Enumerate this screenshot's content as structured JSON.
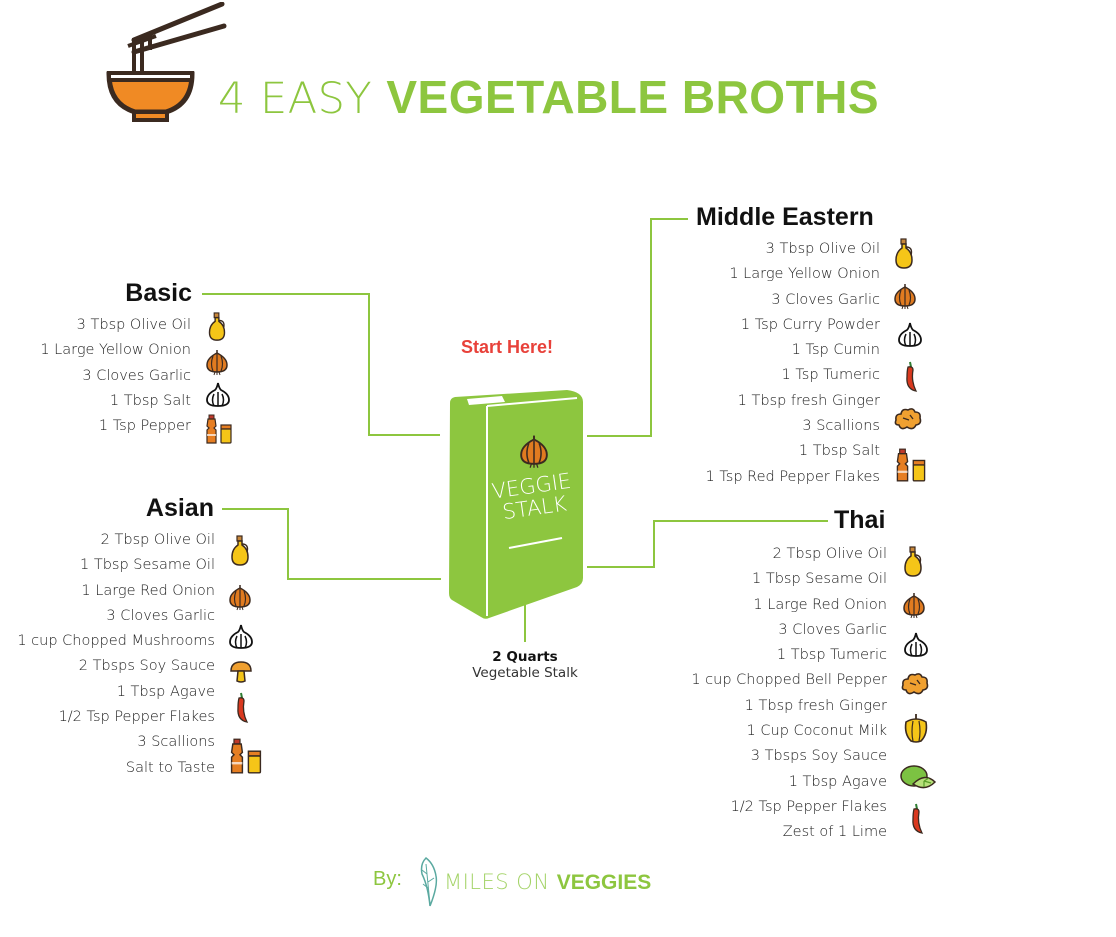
{
  "title": {
    "light": "4 EASY ",
    "bold": "VEGETABLE BROTHS"
  },
  "center": {
    "start_label": "Start Here!",
    "box_label_line1": "VEGGIE",
    "box_label_line2": "STALK",
    "quantity": "2 Quarts",
    "quantity_item": "Vegetable Stalk"
  },
  "colors": {
    "accent": "#8dc63f",
    "start": "#e8413a",
    "bowl": "#f08a24",
    "outline": "#3b2a20"
  },
  "broths": {
    "basic": {
      "name": "Basic",
      "ingredients": [
        "3 Tbsp Olive Oil",
        "1 Large Yellow Onion",
        "3 Cloves Garlic",
        "1 Tbsp Salt",
        "1 Tsp Pepper"
      ],
      "icons": [
        "olive-oil-icon",
        "onion-icon",
        "garlic-icon",
        "salt-pepper-icon"
      ]
    },
    "asian": {
      "name": "Asian",
      "ingredients": [
        "2 Tbsp Olive Oil",
        "1 Tbsp Sesame Oil",
        "1 Large Red Onion",
        "3 Cloves Garlic",
        "1 cup Chopped Mushrooms",
        "2 Tbsps Soy Sauce",
        "1 Tbsp Agave",
        "1/2 Tsp Pepper Flakes",
        "3 Scallions",
        "Salt to Taste"
      ],
      "icons": [
        "olive-oil-icon",
        "onion-icon",
        "garlic-icon",
        "mushroom-icon",
        "chili-icon",
        "salt-pepper-icon"
      ]
    },
    "middle_eastern": {
      "name": "Middle Eastern",
      "ingredients": [
        "3 Tbsp Olive Oil",
        "1 Large Yellow Onion",
        "3 Cloves Garlic",
        "1 Tsp Curry Powder",
        "1 Tsp Cumin",
        "1 Tsp Tumeric",
        "1 Tbsp fresh Ginger",
        "3 Scallions",
        "1 Tbsp Salt",
        "1 Tsp Red Pepper Flakes"
      ],
      "icons": [
        "olive-oil-icon",
        "onion-icon",
        "garlic-icon",
        "chili-icon",
        "ginger-icon",
        "salt-pepper-icon"
      ]
    },
    "thai": {
      "name": "Thai",
      "ingredients": [
        "2 Tbsp Olive Oil",
        "1 Tbsp Sesame Oil",
        "1 Large Red Onion",
        "3 Cloves Garlic",
        "1 Tbsp Tumeric",
        "1 cup Chopped Bell Pepper",
        "1 Tbsp fresh Ginger",
        "1 Cup Coconut Milk",
        "3 Tbsps Soy Sauce",
        "1 Tbsp Agave",
        "1/2 Tsp Pepper Flakes",
        "Zest of 1 Lime"
      ],
      "icons": [
        "olive-oil-icon",
        "onion-icon",
        "garlic-icon",
        "ginger-icon",
        "bell-pepper-icon",
        "lime-icon",
        "chili-icon"
      ]
    }
  },
  "byline": {
    "by": "By:",
    "brand_light": "MILES ON ",
    "brand_bold": "VEGGIES"
  }
}
